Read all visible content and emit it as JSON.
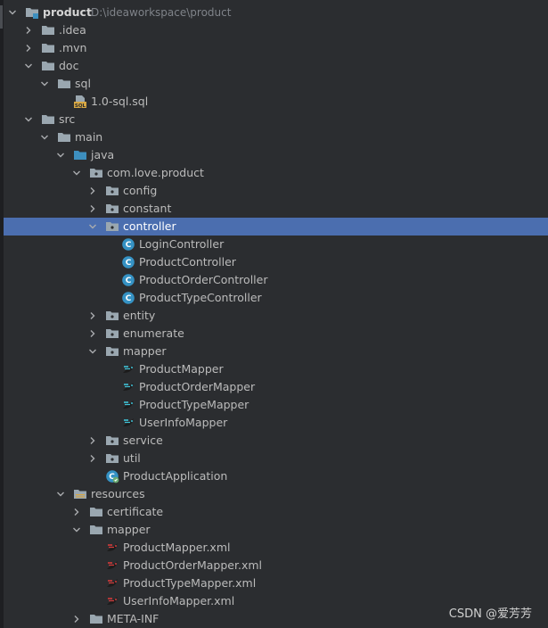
{
  "project": {
    "name": "product",
    "path": "D:\\ideaworkspace\\product"
  },
  "tree": [
    {
      "label": ".idea",
      "depth": 1,
      "arrow": "right",
      "icon": "folder"
    },
    {
      "label": ".mvn",
      "depth": 1,
      "arrow": "right",
      "icon": "folder"
    },
    {
      "label": "doc",
      "depth": 1,
      "arrow": "down",
      "icon": "folder"
    },
    {
      "label": "sql",
      "depth": 2,
      "arrow": "down",
      "icon": "folder"
    },
    {
      "label": "1.0-sql.sql",
      "depth": 3,
      "arrow": "none",
      "icon": "sql-file"
    },
    {
      "label": "src",
      "depth": 1,
      "arrow": "down",
      "icon": "folder"
    },
    {
      "label": "main",
      "depth": 2,
      "arrow": "down",
      "icon": "folder"
    },
    {
      "label": "java",
      "depth": 3,
      "arrow": "down",
      "icon": "source-folder"
    },
    {
      "label": "com.love.product",
      "depth": 4,
      "arrow": "down",
      "icon": "package"
    },
    {
      "label": "config",
      "depth": 5,
      "arrow": "right",
      "icon": "package"
    },
    {
      "label": "constant",
      "depth": 5,
      "arrow": "right",
      "icon": "package"
    },
    {
      "label": "controller",
      "depth": 5,
      "arrow": "down",
      "icon": "package",
      "selected": true
    },
    {
      "label": "LoginController",
      "depth": 6,
      "arrow": "none",
      "icon": "java-class"
    },
    {
      "label": "ProductController",
      "depth": 6,
      "arrow": "none",
      "icon": "java-class"
    },
    {
      "label": "ProductOrderController",
      "depth": 6,
      "arrow": "none",
      "icon": "java-class"
    },
    {
      "label": "ProductTypeController",
      "depth": 6,
      "arrow": "none",
      "icon": "java-class"
    },
    {
      "label": "entity",
      "depth": 5,
      "arrow": "right",
      "icon": "package"
    },
    {
      "label": "enumerate",
      "depth": 5,
      "arrow": "right",
      "icon": "package"
    },
    {
      "label": "mapper",
      "depth": 5,
      "arrow": "down",
      "icon": "package"
    },
    {
      "label": "ProductMapper",
      "depth": 6,
      "arrow": "none",
      "icon": "mybatis-mapper"
    },
    {
      "label": "ProductOrderMapper",
      "depth": 6,
      "arrow": "none",
      "icon": "mybatis-mapper"
    },
    {
      "label": "ProductTypeMapper",
      "depth": 6,
      "arrow": "none",
      "icon": "mybatis-mapper"
    },
    {
      "label": "UserInfoMapper",
      "depth": 6,
      "arrow": "none",
      "icon": "mybatis-mapper"
    },
    {
      "label": "service",
      "depth": 5,
      "arrow": "right",
      "icon": "package"
    },
    {
      "label": "util",
      "depth": 5,
      "arrow": "right",
      "icon": "package"
    },
    {
      "label": "ProductApplication",
      "depth": 5,
      "arrow": "none",
      "icon": "spring-boot-app"
    },
    {
      "label": "resources",
      "depth": 3,
      "arrow": "down",
      "icon": "resources-folder"
    },
    {
      "label": "certificate",
      "depth": 4,
      "arrow": "right",
      "icon": "folder"
    },
    {
      "label": "mapper",
      "depth": 4,
      "arrow": "down",
      "icon": "folder"
    },
    {
      "label": "ProductMapper.xml",
      "depth": 5,
      "arrow": "none",
      "icon": "mybatis-xml"
    },
    {
      "label": "ProductOrderMapper.xml",
      "depth": 5,
      "arrow": "none",
      "icon": "mybatis-xml"
    },
    {
      "label": "ProductTypeMapper.xml",
      "depth": 5,
      "arrow": "none",
      "icon": "mybatis-xml"
    },
    {
      "label": "UserInfoMapper.xml",
      "depth": 5,
      "arrow": "none",
      "icon": "mybatis-xml"
    },
    {
      "label": "META-INF",
      "depth": 4,
      "arrow": "right",
      "icon": "folder"
    }
  ],
  "watermark": "CSDN @爱芳芳",
  "colors": {
    "selection": "#4b6eaf",
    "background": "#2b2d30",
    "folder": "#9aa7b0",
    "source_folder": "#3d8fbf",
    "java_class": "#3592c4"
  }
}
